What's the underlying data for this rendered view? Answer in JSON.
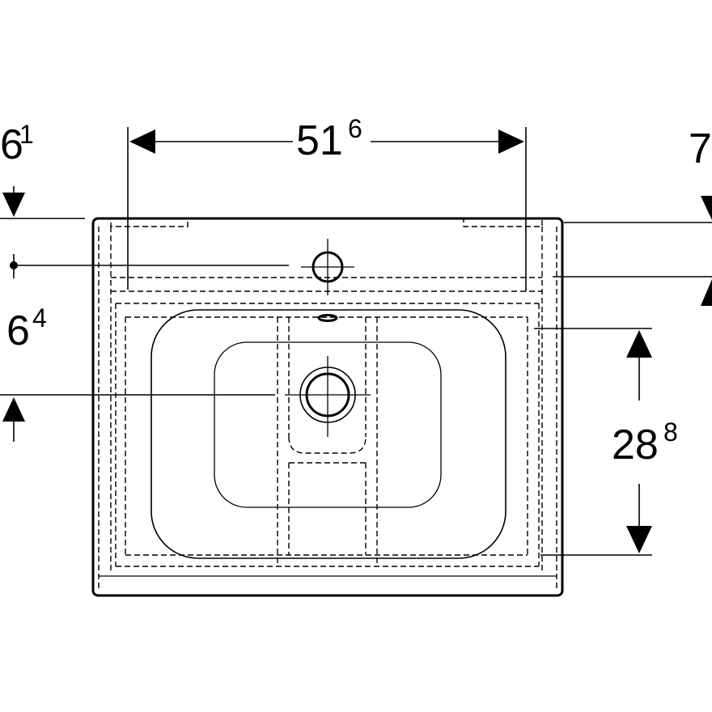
{
  "colors": {
    "background": "#ffffff",
    "lines": "#000000"
  },
  "dimensions": {
    "top_width": {
      "main": "51",
      "sup": "6"
    },
    "left_top": {
      "main": "6",
      "sup": "1"
    },
    "left_middle": {
      "main": "6",
      "sup": "4"
    },
    "right_top": {
      "main": "7"
    },
    "right_depth": {
      "main": "28",
      "sup": "8"
    }
  }
}
